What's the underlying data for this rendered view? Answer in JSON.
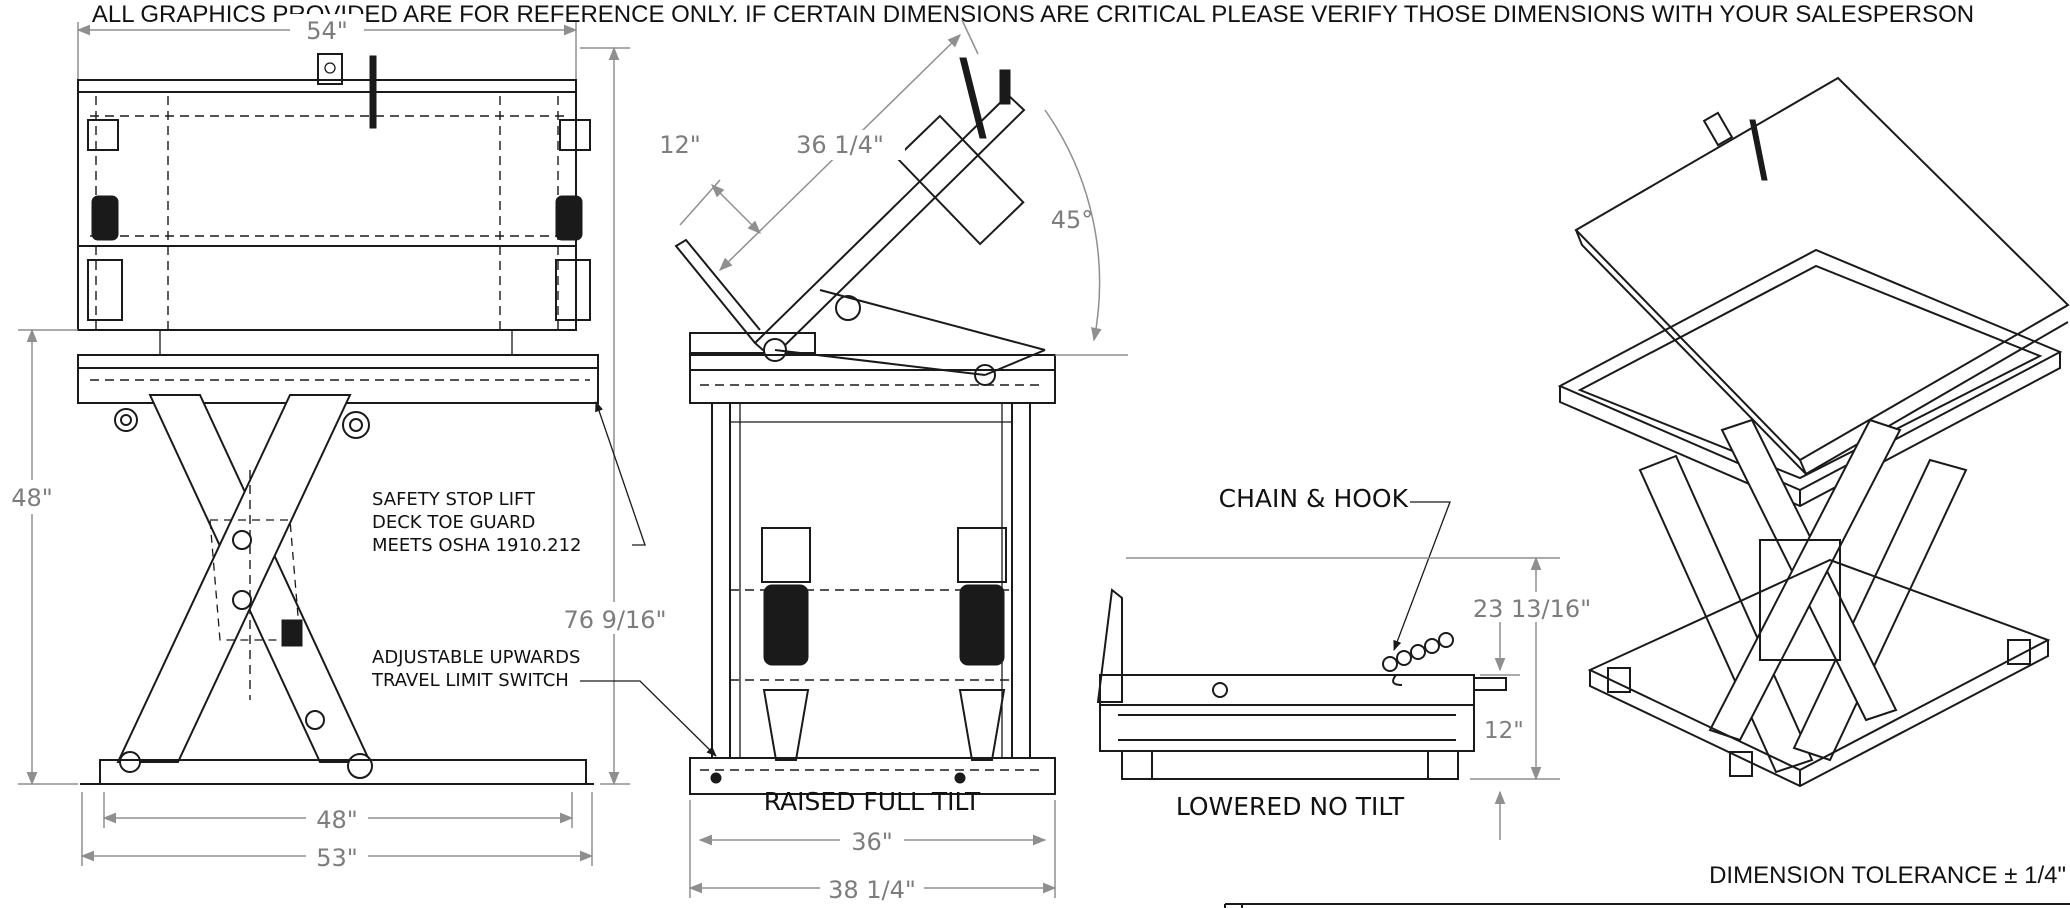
{
  "banner": "ALL GRAPHICS PROVIDED ARE FOR REFERENCE ONLY. IF CERTAIN DIMENSIONS ARE CRITICAL PLEASE VERIFY THOSE DIMENSIONS WITH YOUR SALESPERSON",
  "front_view": {
    "dim_top_width": "54\"",
    "dim_height_left": "48\"",
    "dim_overall_height": "76 9/16\"",
    "dim_base_inner": "48\"",
    "dim_base_outer": "53\"",
    "note_toe_guard": [
      "SAFETY STOP LIFT",
      "DECK TOE GUARD",
      "MEETS OSHA 1910.212"
    ],
    "note_limit_switch": [
      "ADJUSTABLE UPWARDS",
      "TRAVEL LIMIT SWITCH"
    ]
  },
  "side_view": {
    "dim_lip": "12\"",
    "dim_deck": "36 1/4\"",
    "dim_angle": "45°",
    "caption": "RAISED FULL TILT",
    "dim_inner_width": "36\"",
    "dim_outer_width": "38 1/4\""
  },
  "lowered_view": {
    "label_chain_hook": "CHAIN & HOOK",
    "dim_height": "23 13/16\"",
    "dim_base": "12\"",
    "caption": "LOWERED NO TILT"
  },
  "tolerance_note": "DIMENSION TOLERANCE ± 1/4\""
}
